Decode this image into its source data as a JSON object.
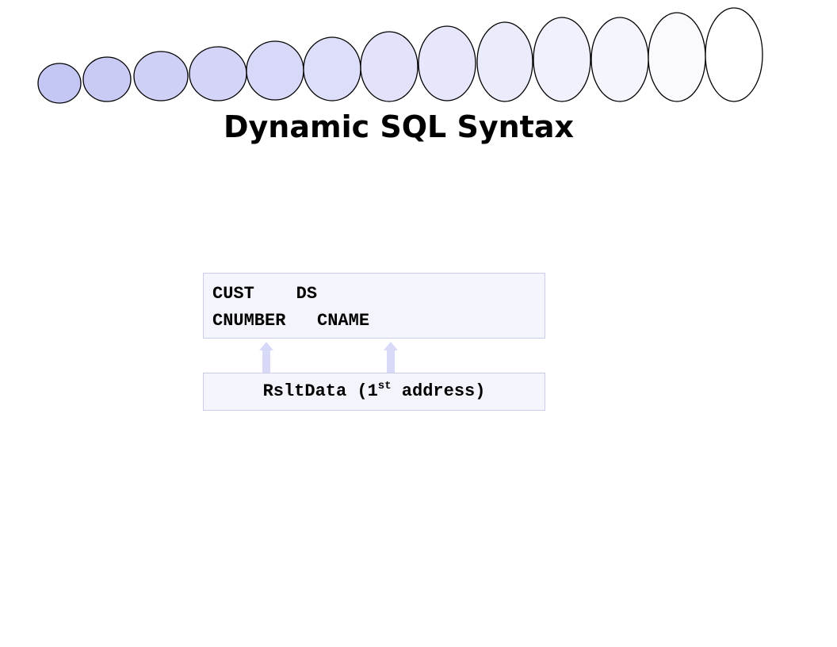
{
  "slide": {
    "title": "Dynamic SQL Syntax"
  },
  "data_structure": {
    "line1_name": "CUST",
    "line1_type": "DS",
    "field1": "CNUMBER",
    "field2": "CNAME"
  },
  "pointer": {
    "name": "RsltData",
    "note_prefix": "(1",
    "note_superscript": "st",
    "note_suffix": " address)"
  },
  "colors": {
    "oval_start": "#c4c6f4",
    "oval_end": "#ffffff",
    "box_fill": "#f4f4fc",
    "arrow": "#d7d9f7"
  }
}
